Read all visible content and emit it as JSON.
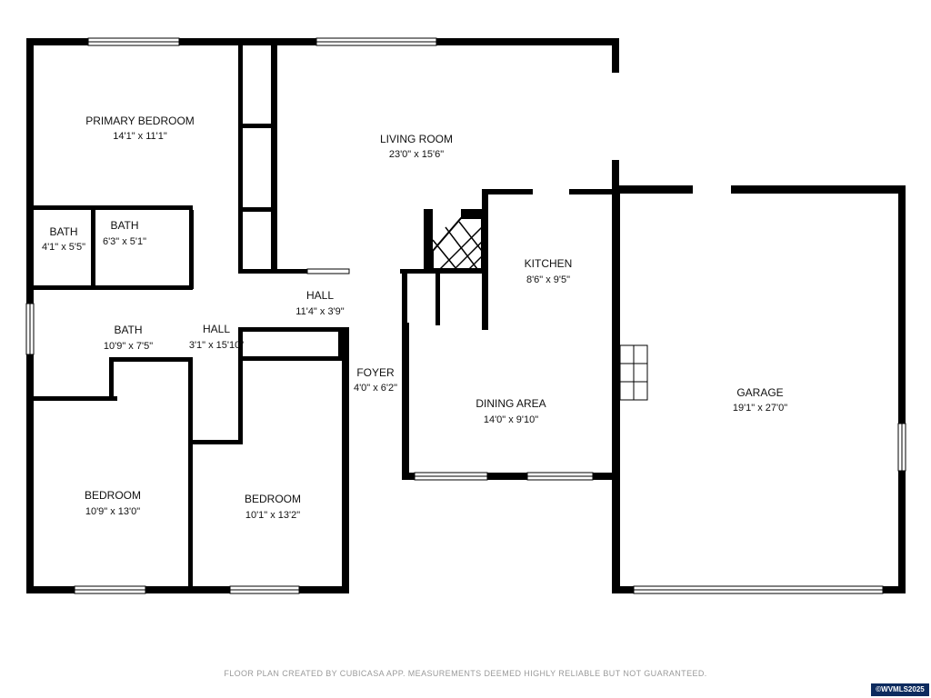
{
  "rooms": {
    "primary_bedroom": {
      "name": "PRIMARY BEDROOM",
      "dims": "14'1\" x 11'1\""
    },
    "living_room": {
      "name": "LIVING ROOM",
      "dims": "23'0\" x 15'6\""
    },
    "bath_a": {
      "name": "BATH",
      "dims": "4'1\" x 5'5\""
    },
    "bath_b": {
      "name": "BATH",
      "dims": "6'3\" x 5'1\""
    },
    "bath_c": {
      "name": "BATH",
      "dims": "10'9\" x 7'5\""
    },
    "hall_main": {
      "name": "HALL",
      "dims": "11'4\" x 3'9\""
    },
    "hall_side": {
      "name": "HALL",
      "dims": "3'1\" x 15'10\""
    },
    "kitchen": {
      "name": "KITCHEN",
      "dims": "8'6\" x 9'5\""
    },
    "foyer": {
      "name": "FOYER",
      "dims": "4'0\" x 6'2\""
    },
    "dining_area": {
      "name": "DINING AREA",
      "dims": "14'0\" x 9'10\""
    },
    "garage": {
      "name": "GARAGE",
      "dims": "19'1\" x 27'0\""
    },
    "bedroom_left": {
      "name": "BEDROOM",
      "dims": "10'9\" x 13'0\""
    },
    "bedroom_mid": {
      "name": "BEDROOM",
      "dims": "10'1\" x 13'2\""
    }
  },
  "footer": {
    "disclaimer": "FLOOR PLAN CREATED BY CUBICASA APP. MEASUREMENTS DEEMED HIGHLY RELIABLE BUT NOT GUARANTEED.",
    "mls_badge": "©WVMLS2025"
  },
  "colors": {
    "wall": "#000000",
    "background": "#ffffff",
    "badge": "#0d2b5e",
    "footer_text": "#9a9a9a"
  }
}
